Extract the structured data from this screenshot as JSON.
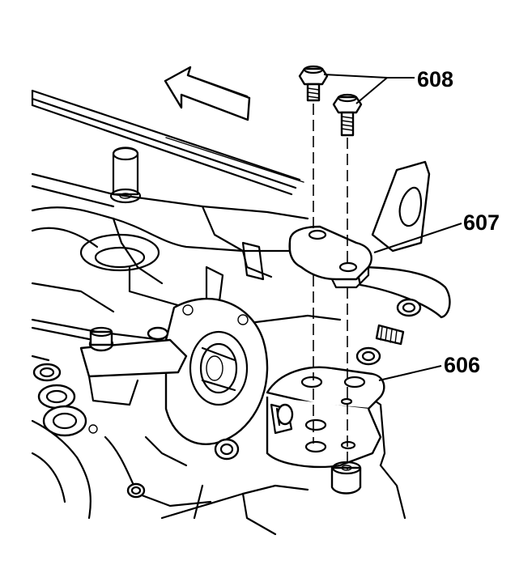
{
  "callouts": {
    "c608": "608",
    "c607": "607",
    "c606": "606"
  },
  "colors": {
    "line": "#000000",
    "background": "#ffffff"
  }
}
